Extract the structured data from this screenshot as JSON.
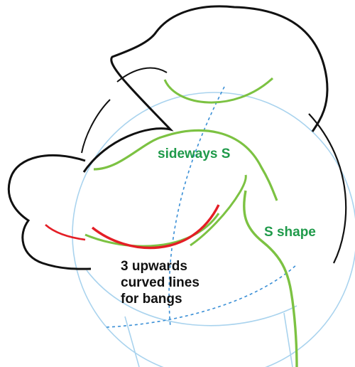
{
  "labels": {
    "sideways_s": "sideways  S",
    "s_shape": "S shape",
    "bangs_note": "3 upwards curved lines for bangs"
  },
  "colors": {
    "outline": "#111111",
    "guide": "#a9d3ee",
    "guide_dashed": "#3a8fd6",
    "green_stroke": "#7cc242",
    "red_stroke": "#e41e26",
    "green_text": "#1f9a4a"
  }
}
